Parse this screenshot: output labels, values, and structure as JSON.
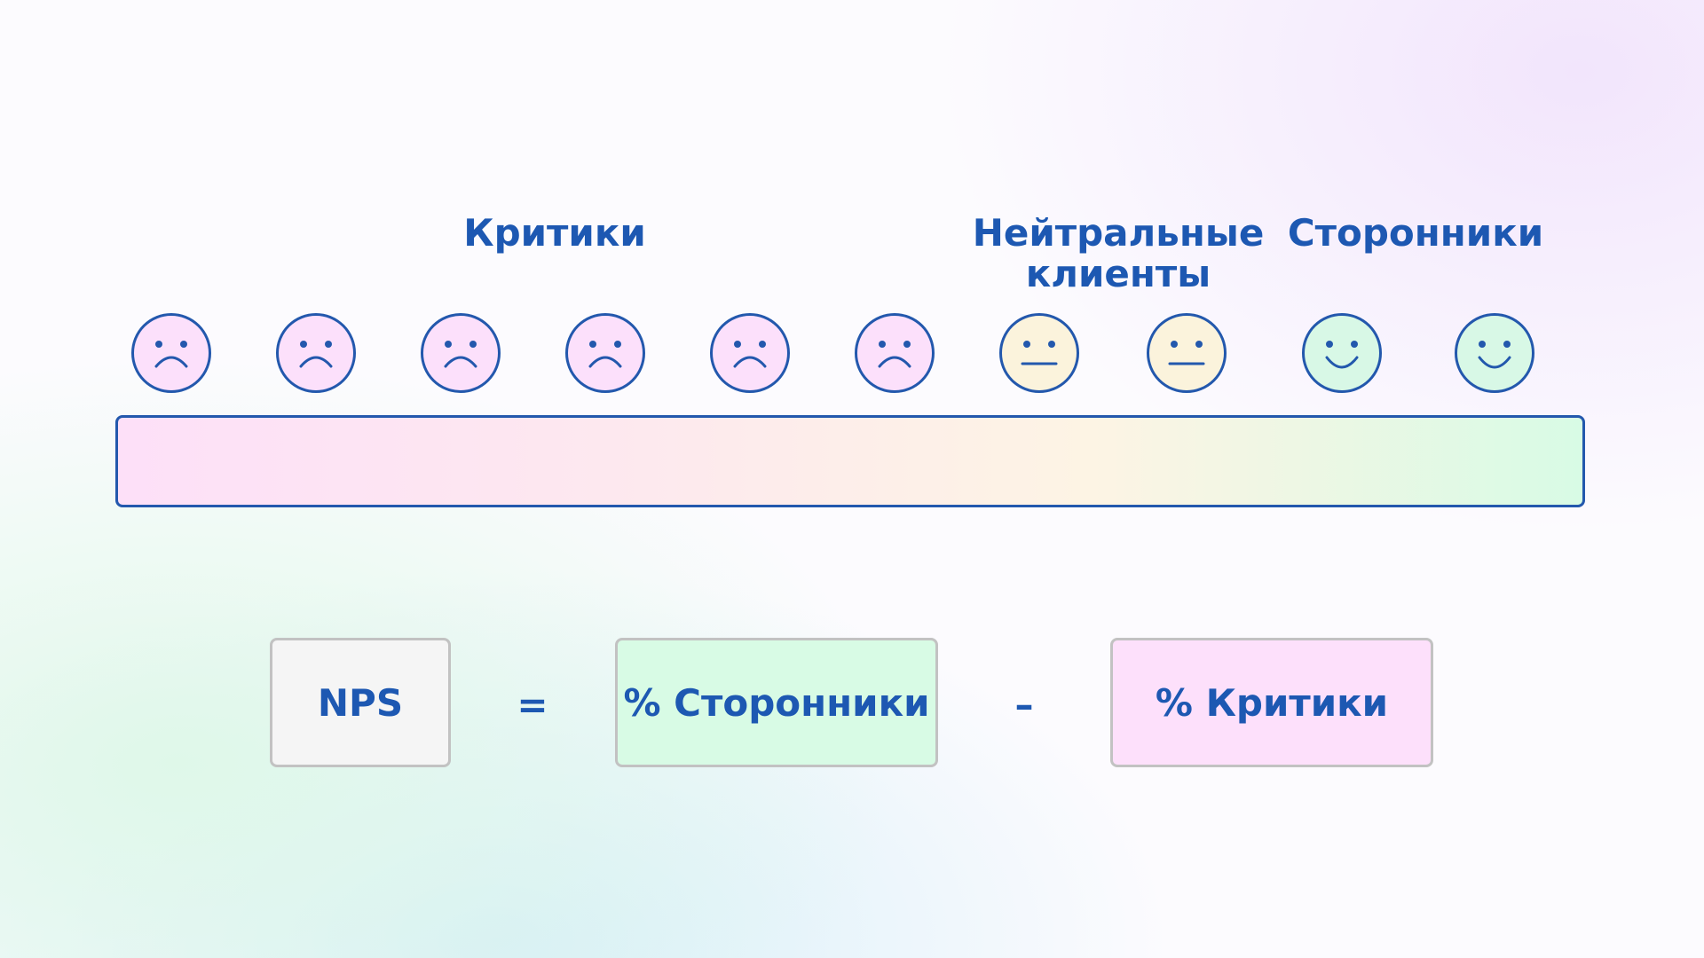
{
  "groups": {
    "detractors": {
      "label": "Критики"
    },
    "passives": {
      "label": "Нейтральные\nклиенты"
    },
    "promoters": {
      "label": "Сторонники"
    }
  },
  "faces": [
    {
      "mood": "sad-face-icon",
      "fill": "#fce0fb"
    },
    {
      "mood": "sad-face-icon",
      "fill": "#fce0fb"
    },
    {
      "mood": "sad-face-icon",
      "fill": "#fce0fb"
    },
    {
      "mood": "sad-face-icon",
      "fill": "#fce0fb"
    },
    {
      "mood": "sad-face-icon",
      "fill": "#fce0fb"
    },
    {
      "mood": "sad-face-icon",
      "fill": "#fce0fb"
    },
    {
      "mood": "neutral-face-icon",
      "fill": "#fbf3dc"
    },
    {
      "mood": "neutral-face-icon",
      "fill": "#fbf3dc"
    },
    {
      "mood": "happy-face-icon",
      "fill": "#d8f8e6"
    },
    {
      "mood": "happy-face-icon",
      "fill": "#d8f8e6"
    }
  ],
  "colors": {
    "accent": "#1d58b2",
    "outline": "#2358ad",
    "box_border": "#c2c2c2",
    "nps_fill": "#f5f5f5",
    "promoters_fill": "#d8fbe5",
    "detractors_fill": "#fde0fb",
    "bar_gradient": [
      "#fde0f8",
      "#fde8ef",
      "#fdf4e4",
      "#d8fbe5"
    ]
  },
  "formula": {
    "nps": "NPS",
    "equals": "=",
    "promoters": "% Сторонники",
    "minus": "–",
    "detractors": "% Критики"
  }
}
